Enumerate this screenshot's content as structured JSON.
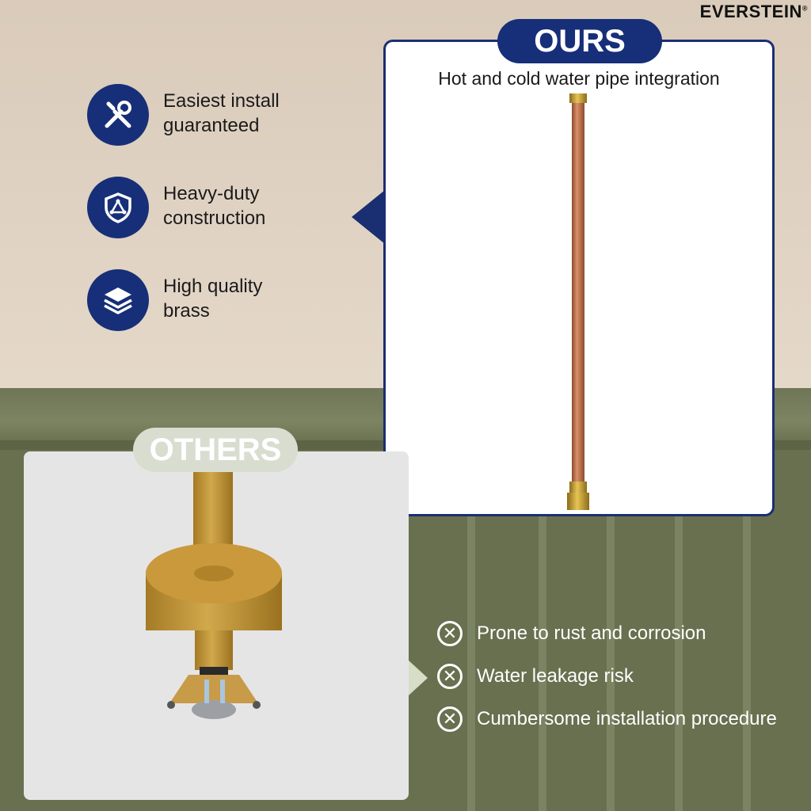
{
  "brand": {
    "name": "EVERSTEIN",
    "mark": "®"
  },
  "features": [
    {
      "icon": "tools-icon",
      "label_line1": "Easiest install",
      "label_line2": "guaranteed"
    },
    {
      "icon": "shield-icon",
      "label_line1": "Heavy-duty",
      "label_line2": "construction"
    },
    {
      "icon": "layers-icon",
      "label_line1": "High quality",
      "label_line2": "brass"
    }
  ],
  "ours": {
    "badge": "OURS",
    "subtitle": "Hot and cold water pipe integration"
  },
  "others": {
    "badge": "OTHERS",
    "cons": [
      "Prone to rust and corrosion",
      "Water leakage risk",
      "Cumbersome installation procedure"
    ]
  },
  "colors": {
    "navy": "#172f78",
    "olive": "#68704f",
    "beige": "#dacbba",
    "brass": "#b8923a",
    "copper": "#b86a45"
  }
}
